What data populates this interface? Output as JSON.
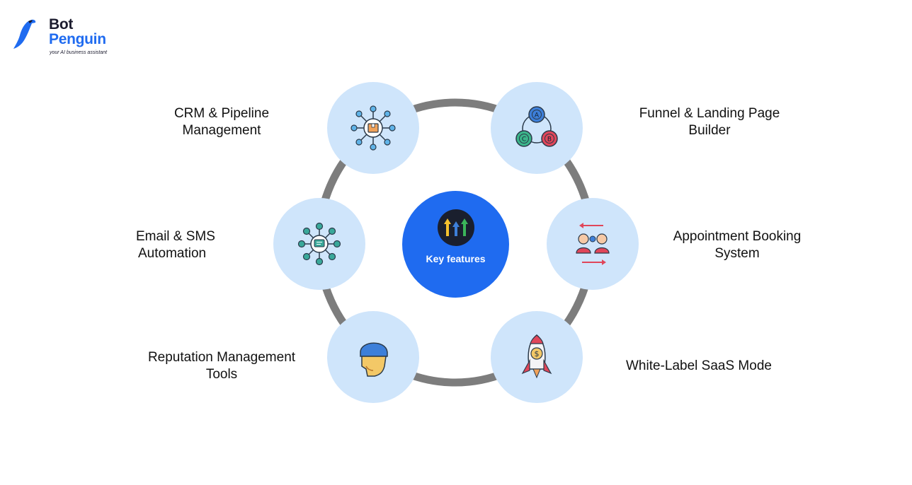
{
  "brand": {
    "name_line1": "Bot",
    "name_line2": "Penguin",
    "tagline": "your AI business assistant"
  },
  "center": {
    "label": "Key features",
    "icon": "upward-arrows-logo-icon"
  },
  "features": [
    {
      "line1": "CRM & Pipeline",
      "line2": "Management",
      "icon": "network-box-icon"
    },
    {
      "line1": "Funnel & Landing Page",
      "line2": "Builder",
      "icon": "abc-cycle-icon"
    },
    {
      "line1": "Email & SMS",
      "line2": "Automation",
      "icon": "message-network-icon"
    },
    {
      "line1": "Appointment Booking",
      "line2": "System",
      "icon": "people-exchange-icon"
    },
    {
      "line1": "Reputation Management",
      "line2": "Tools",
      "icon": "head-profile-icon"
    },
    {
      "line1": "White-Label SaaS Mode",
      "line2": "",
      "icon": "rocket-dollar-icon"
    }
  ],
  "colors": {
    "accent": "#1f6bf0",
    "node_fill": "#cfe5fb",
    "ring": "#7d7d7d",
    "text": "#111111"
  }
}
